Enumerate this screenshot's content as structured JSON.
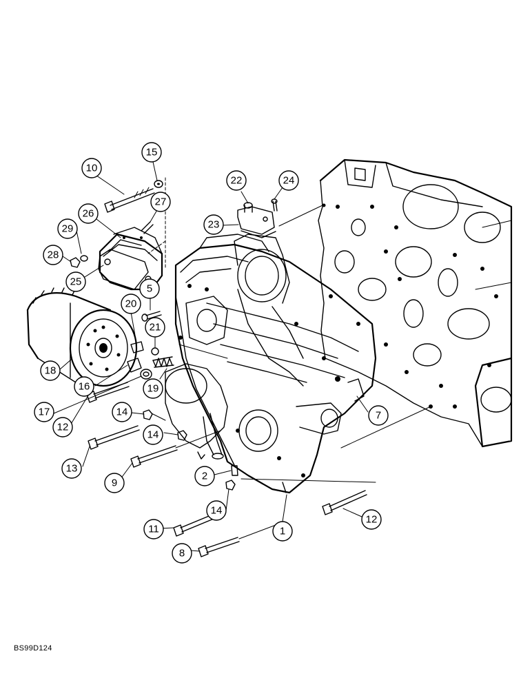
{
  "figure_code": "BS99D124",
  "callouts": [
    "1",
    "2",
    "5",
    "7",
    "8",
    "9",
    "10",
    "11",
    "12",
    "12",
    "13",
    "14",
    "14",
    "14",
    "15",
    "16",
    "17",
    "18",
    "19",
    "20",
    "21",
    "22",
    "23",
    "24",
    "25",
    "26",
    "27",
    "28",
    "29"
  ]
}
